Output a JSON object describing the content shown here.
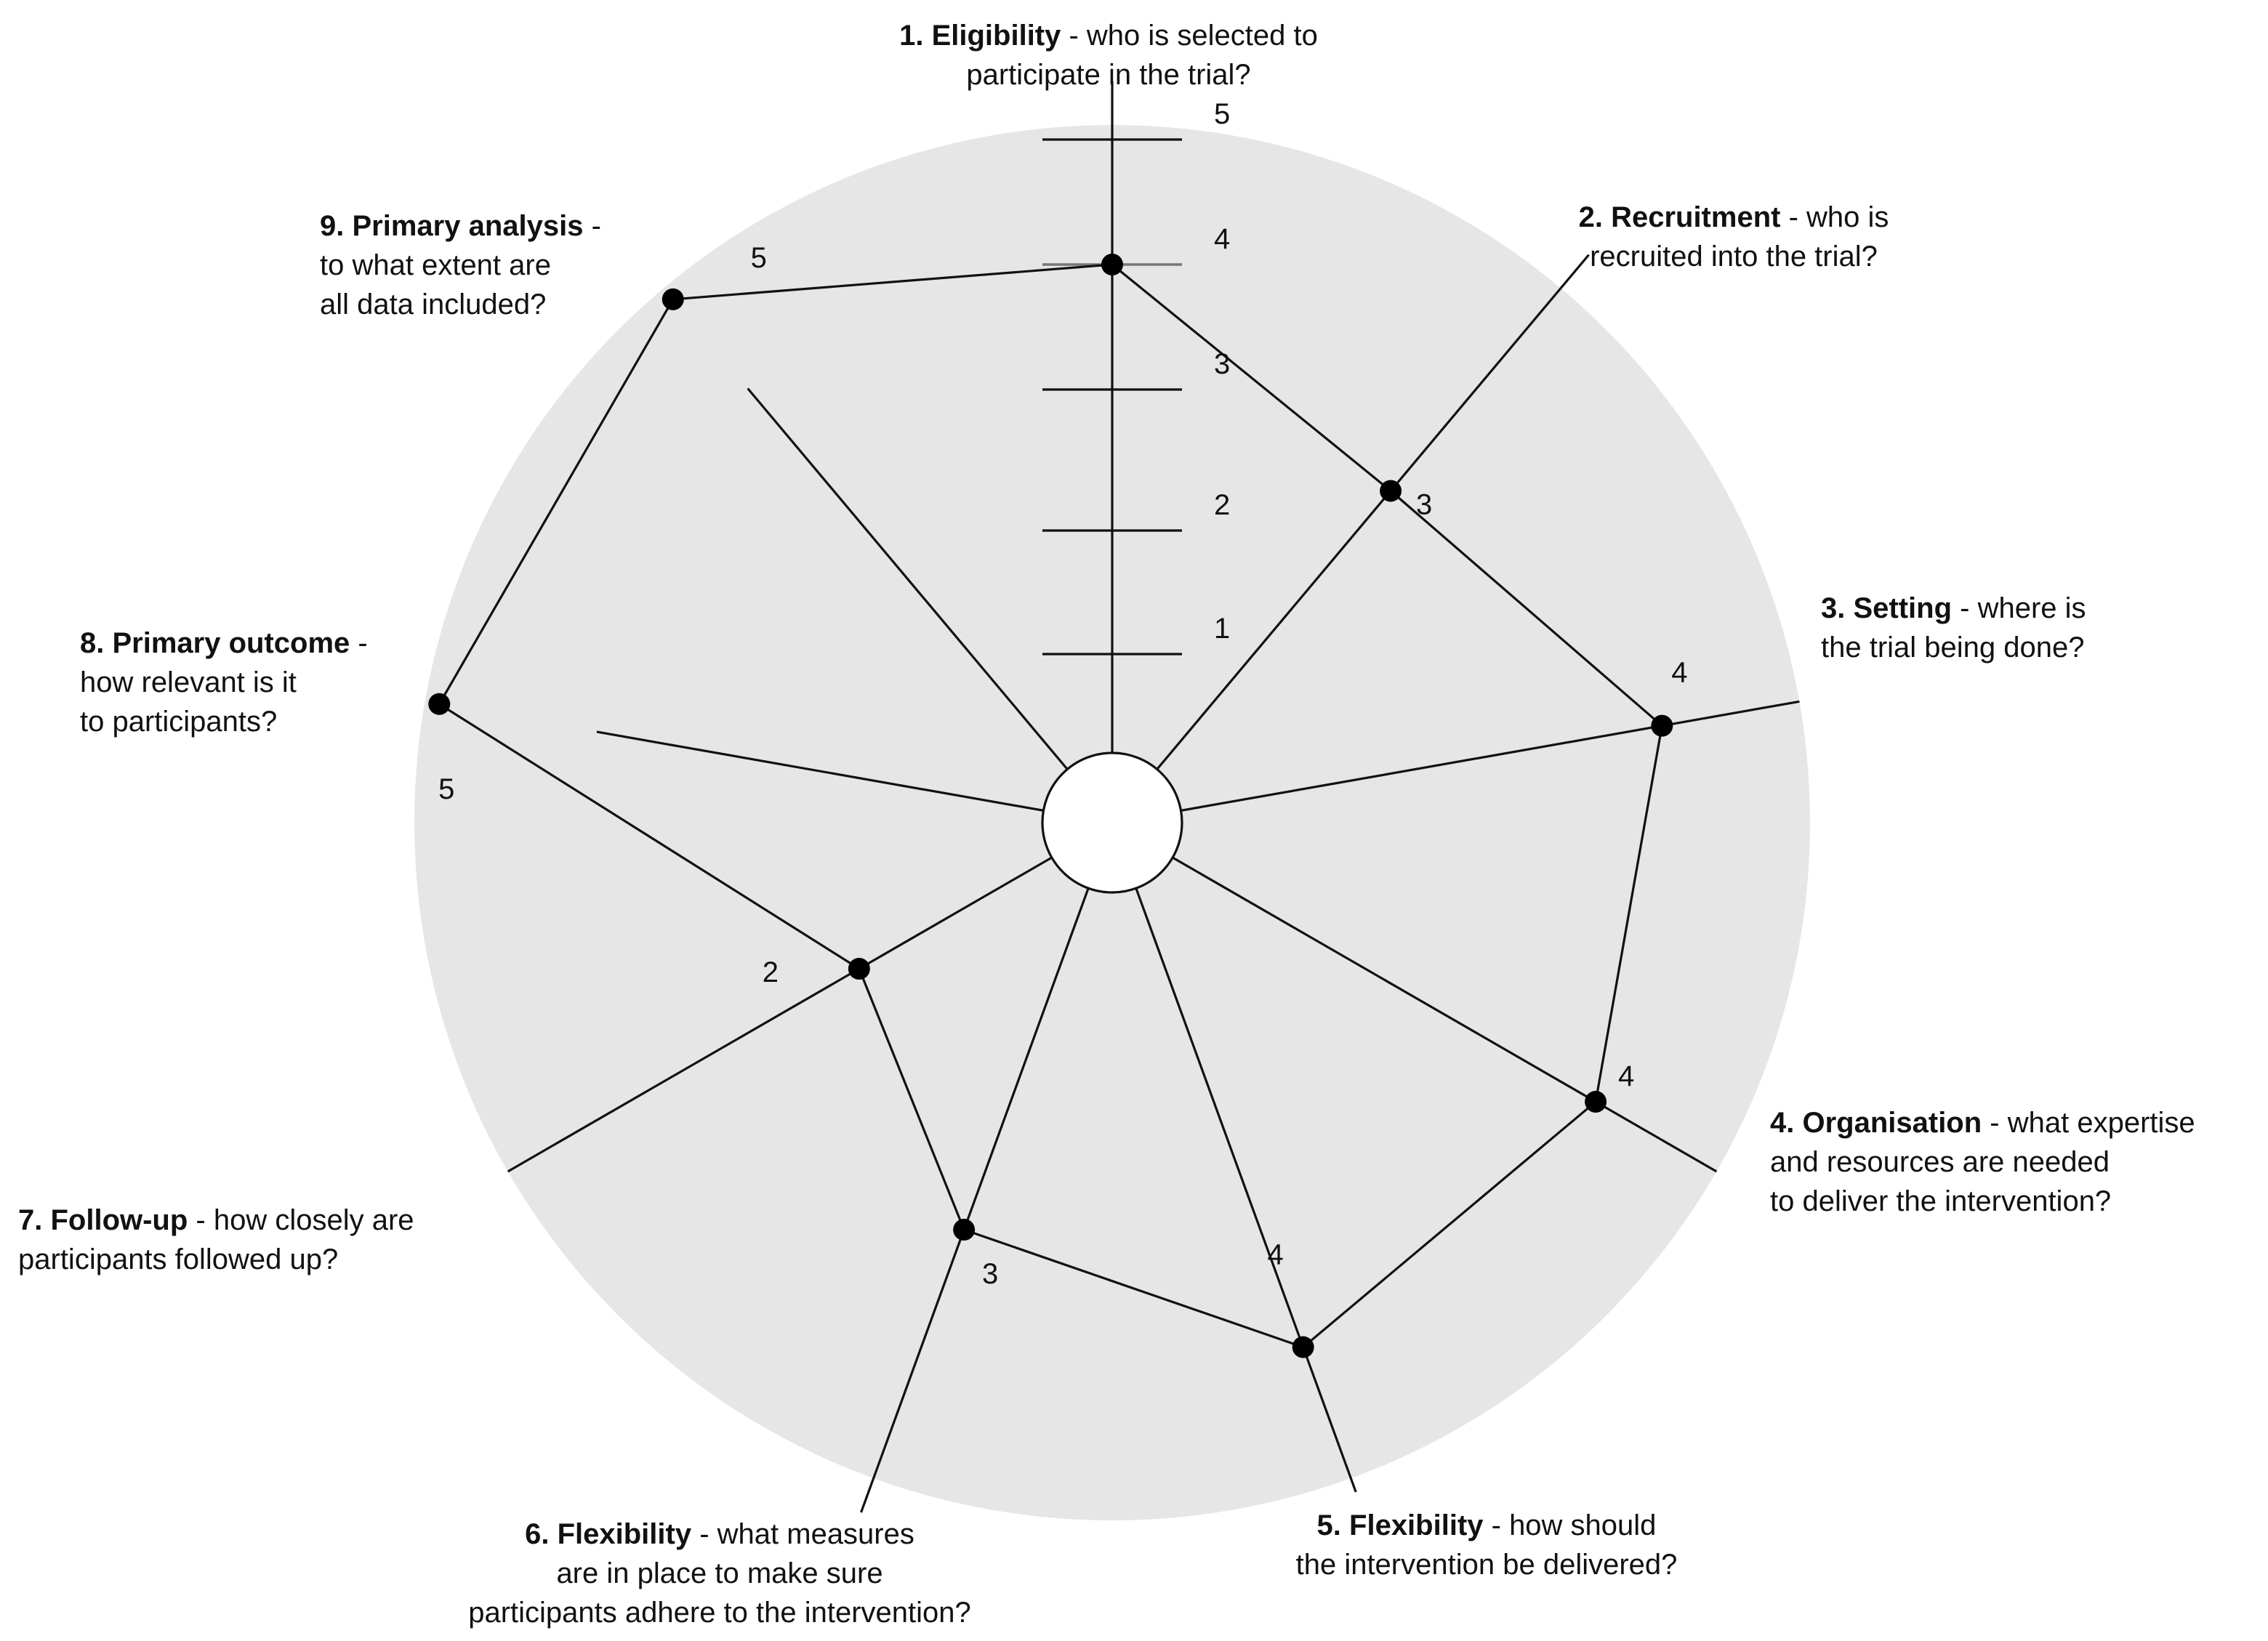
{
  "colors": {
    "disc": "#e6e6e6",
    "hub": "#ffffff",
    "ink": "#111111"
  },
  "scale_ticks": [
    "1",
    "2",
    "3",
    "4",
    "5"
  ],
  "domains": [
    {
      "id": "eligibility",
      "title": "1. Eligibility",
      "question_lines": [
        "- who is selected to",
        "participate in the trial?"
      ],
      "score": 4,
      "score_label": "4"
    },
    {
      "id": "recruitment",
      "title": "2. Recruitment",
      "question_lines": [
        "- who is",
        "recruited into the trial?"
      ],
      "score": 3,
      "score_label": "3"
    },
    {
      "id": "setting",
      "title": "3. Setting",
      "question_lines": [
        "- where is",
        "the trial being done?"
      ],
      "score": 4,
      "score_label": "4"
    },
    {
      "id": "organisation",
      "title": "4. Organisation",
      "question_lines": [
        "- what expertise",
        "and resources are needed",
        "to deliver the intervention?"
      ],
      "score": 4,
      "score_label": "4"
    },
    {
      "id": "flexibility-delivery",
      "title": "5. Flexibility",
      "question_lines": [
        "- how should",
        "the intervention be delivered?"
      ],
      "score": 4,
      "score_label": "4"
    },
    {
      "id": "flexibility-adherence",
      "title": "6. Flexibility",
      "question_lines": [
        "- what measures",
        "are in place to make sure",
        "participants adhere to the intervention?"
      ],
      "score": 3,
      "score_label": "3"
    },
    {
      "id": "follow-up",
      "title": "7. Follow-up",
      "question_lines": [
        "- how closely are",
        "participants followed up?"
      ],
      "score": 2,
      "score_label": "2"
    },
    {
      "id": "primary-outcome",
      "title": "8. Primary outcome",
      "question_lines": [
        "-",
        "how relevant is it",
        "to participants?"
      ],
      "score": 5,
      "score_label": "5"
    },
    {
      "id": "primary-analysis",
      "title": "9. Primary analysis",
      "question_lines": [
        "-",
        "to what extent are",
        "all data included?"
      ],
      "score": 5,
      "score_label": "5"
    }
  ]
}
